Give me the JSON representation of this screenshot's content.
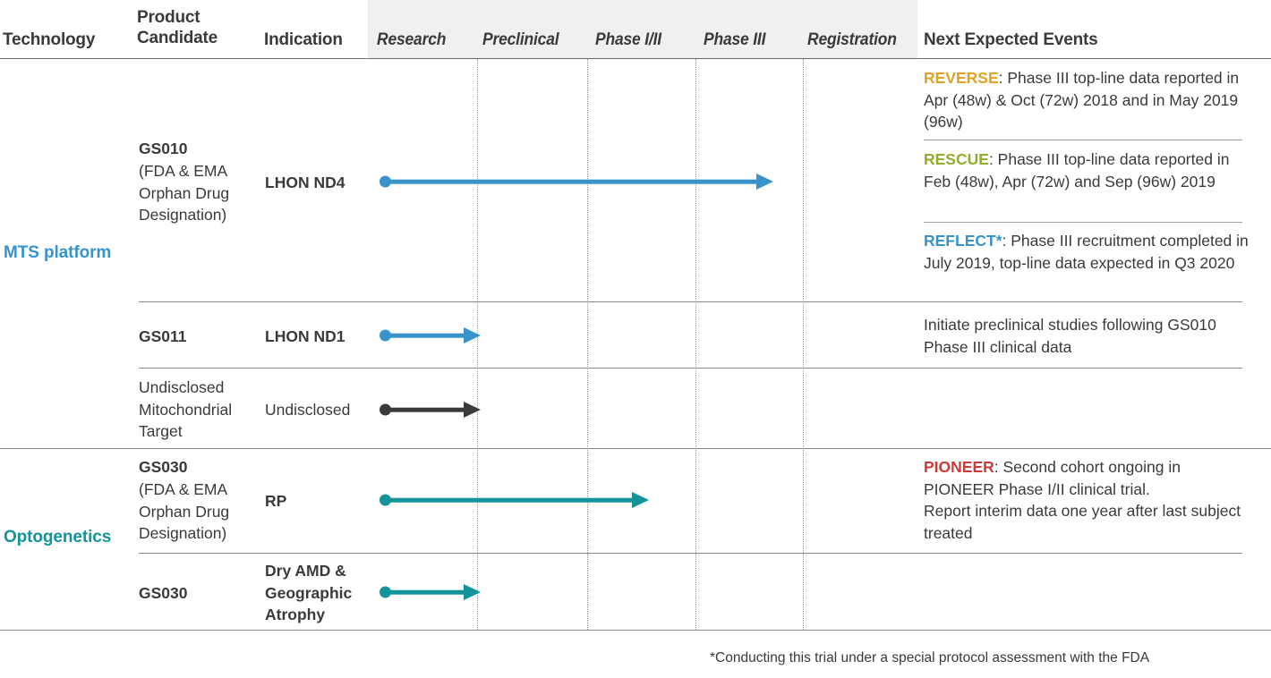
{
  "header": {
    "technology": "Technology",
    "product_candidate": "Product Candidate",
    "product_candidate_line1": "Product",
    "product_candidate_line2": "Candidate",
    "indication": "Indication",
    "stages": [
      "Research",
      "Preclinical",
      "Phase I/II",
      "Phase III",
      "Registration"
    ],
    "research": "Research",
    "preclinical": "Preclinical",
    "phase_1_2": "Phase I/II",
    "phase_3": "Phase III",
    "registration": "Registration",
    "next_expected_events": "Next Expected Events"
  },
  "technologies": [
    {
      "name": "MTS platform",
      "color": "#3793ca"
    },
    {
      "name": "Optogenetics",
      "color": "#12949a"
    }
  ],
  "rows": [
    {
      "technology": "MTS platform",
      "product_candidate": "GS010\n(FDA & EMA Orphan Drug Designation)",
      "product_name": "GS010",
      "product_note_line1": "(FDA & EMA",
      "product_note_line2": "Orphan Drug",
      "product_note_line3": "Designation)",
      "indication": "LHON ND4",
      "arrow": {
        "color": "#3793ca",
        "start_stage": "Research",
        "end_stage": "Phase III"
      },
      "events": [
        {
          "tag": "REVERSE",
          "tag_color": "#e2a228",
          "text": ": Phase III top-line data reported in Apr (48w) & Oct (72w) 2018 and in May 2019 (96w)"
        },
        {
          "tag": "RESCUE",
          "tag_color": "#8fae2b",
          "text": ": Phase III top-line data reported in Feb (48w), Apr (72w) and Sep (96w) 2019"
        },
        {
          "tag": "REFLECT*",
          "tag_color": "#3793ca",
          "text": ": Phase III recruitment completed in July 2019, top-line data expected in Q3 2020"
        }
      ]
    },
    {
      "technology": "MTS platform",
      "product_candidate": "GS011",
      "product_name": "GS011",
      "indication": "LHON ND1",
      "arrow": {
        "color": "#3793ca",
        "start_stage": "Research",
        "end_stage": "Research"
      },
      "events": [
        {
          "tag": "",
          "tag_color": "",
          "text": "Initiate preclinical studies following GS010 Phase III clinical data"
        }
      ]
    },
    {
      "technology": "MTS platform",
      "product_candidate": "Undisclosed Mitochondrial Target",
      "product_line1": "Undisclosed",
      "product_line2": "Mitochondrial",
      "product_line3": "Target",
      "indication": "Undisclosed",
      "arrow": {
        "color": "#3b3a38",
        "start_stage": "Research",
        "end_stage": "Research"
      },
      "events": []
    },
    {
      "technology": "Optogenetics",
      "product_candidate": "GS030\n(FDA & EMA Orphan Drug Designation)",
      "product_name": "GS030",
      "product_note_line1": "(FDA & EMA",
      "product_note_line2": "Orphan Drug",
      "product_note_line3": "Designation)",
      "indication": "RP",
      "arrow": {
        "color": "#12949a",
        "start_stage": "Research",
        "end_stage": "Phase I/II"
      },
      "events": [
        {
          "tag": "PIONEER",
          "tag_color": "#cc3b36",
          "text": ": Second cohort ongoing in PIONEER Phase I/II clinical trial.\nReport interim data one year after last subject treated",
          "text_line1": ": Second cohort ongoing in PIONEER Phase I/II clinical trial.",
          "text_line2": "Report interim data one year after last subject treated"
        }
      ]
    },
    {
      "technology": "Optogenetics",
      "product_candidate": "GS030",
      "product_name": "GS030",
      "indication": "Dry AMD & Geographic Atrophy",
      "indication_line1": "Dry AMD &",
      "indication_line2": "Geographic",
      "indication_line3": "Atrophy",
      "arrow": {
        "color": "#12949a",
        "start_stage": "Research",
        "end_stage": "Research"
      },
      "events": []
    }
  ],
  "footnote": "*Conducting this trial under a special protocol assessment with the FDA",
  "colors": {
    "mts_blue": "#3793ca",
    "optogenetics_teal": "#12949a",
    "dark": "#3b3a38",
    "header_band": "#f0f0f0",
    "rule": "#8a8a8a"
  }
}
